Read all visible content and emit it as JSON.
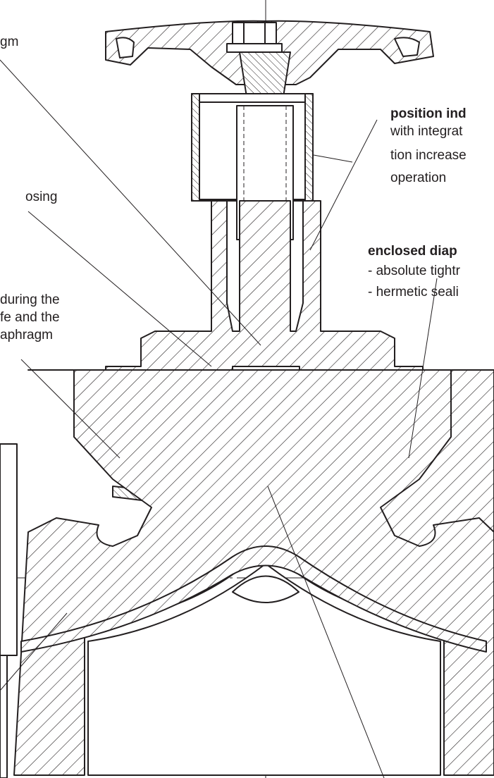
{
  "labels": {
    "diaphragm_top": "gm",
    "closing": "osing",
    "during_line1": "during the",
    "during_line2": "fe and the",
    "during_line3": "aphragm",
    "position_title": "position ind",
    "position_line1": "with integrat",
    "position_line2": "tion increase",
    "position_line3": "operation",
    "enclosed_title": "enclosed diap",
    "enclosed_line1": "- absolute tightr",
    "enclosed_line2": "- hermetic seali"
  },
  "colors": {
    "line": "#231f20",
    "hatch_light": "#f2f2f2",
    "background": "#ffffff"
  }
}
